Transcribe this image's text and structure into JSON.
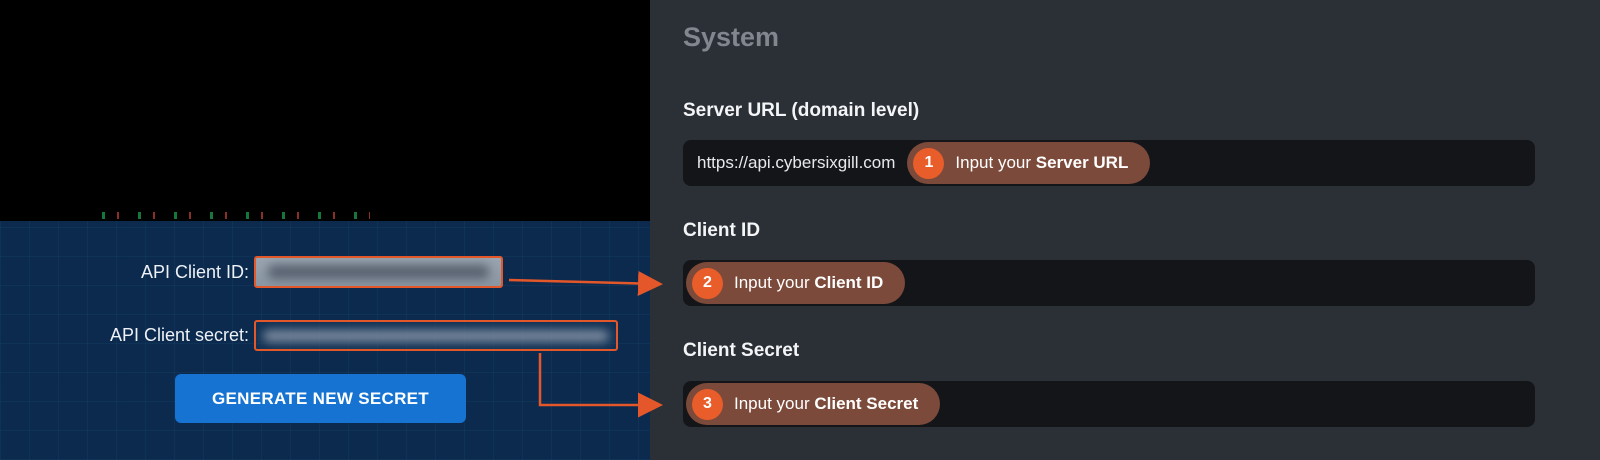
{
  "colors": {
    "accent_orange": "#E4572A",
    "annotation_pill_bg": "#7C4A3A",
    "annotation_circle": "#E85D2A",
    "button_blue": "#1673D2",
    "left_panel_navy": "#0C2A4E",
    "right_panel_bg": "#2B2F36",
    "input_bg": "#141519",
    "heading_gray": "#81868F"
  },
  "left_panel": {
    "api_client_id_label": "API Client ID:",
    "api_client_secret_label": "API Client secret:",
    "generate_button_label": "GENERATE NEW SECRET"
  },
  "system_panel": {
    "heading": "System",
    "fields": [
      {
        "label": "Server URL (domain level)",
        "value": "https://api.cybersixgill.com",
        "annotation": {
          "step": "1",
          "prefix": "Input your",
          "bold": "Server URL"
        }
      },
      {
        "label": "Client ID",
        "value": "",
        "annotation": {
          "step": "2",
          "prefix": "Input your",
          "bold": "Client ID"
        }
      },
      {
        "label": "Client Secret",
        "value": "",
        "annotation": {
          "step": "3",
          "prefix": "Input your",
          "bold": "Client Secret"
        }
      }
    ]
  }
}
